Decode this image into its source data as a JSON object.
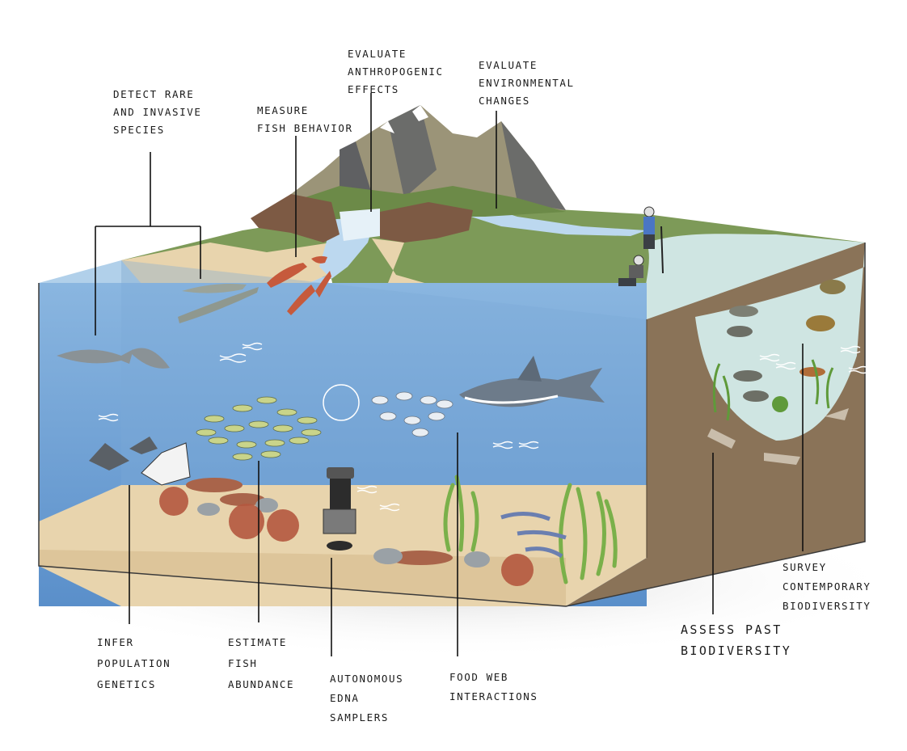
{
  "labels": {
    "detect_rare": [
      "Detect rare",
      "and invasive",
      "species"
    ],
    "measure_fish": [
      "Measure",
      "fish behavior"
    ],
    "evaluate_anthropogenic": [
      "Evaluate",
      "anthropogenic",
      "effects"
    ],
    "evaluate_environmental": [
      "Evaluate",
      "environmental",
      "changes"
    ],
    "infer_population": [
      "Infer",
      "population",
      "genetics"
    ],
    "estimate_fish": [
      "Estimate",
      "fish",
      "abundance"
    ],
    "autonomous_edna": [
      "Autonomous",
      "eDNA",
      "samplers"
    ],
    "food_web": [
      "Food web",
      "interactions"
    ],
    "assess_past": [
      "Assess past",
      "biodiversity"
    ],
    "survey_contemporary": [
      "Survey",
      "contemporary",
      "biodiversity"
    ]
  },
  "colors": {
    "water_front": "#6f9fd3",
    "water_surface": "#a9cbe8",
    "sand": "#e8d4ad",
    "grass": "#7d9a58",
    "soil": "#8a7358",
    "mountain": "#9b9478",
    "rock": "#7d5a44",
    "pond": "#cfe5e2",
    "shark": "#6d7b8a"
  }
}
